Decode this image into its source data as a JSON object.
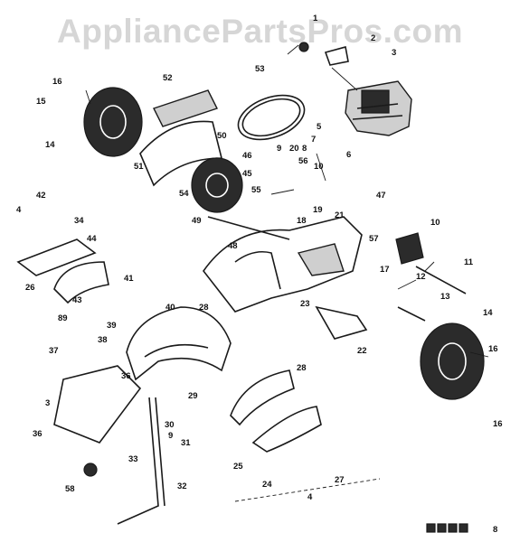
{
  "watermark": "AppliancePartsPros.com",
  "callouts": [
    "1",
    "2",
    "3",
    "53",
    "52",
    "16",
    "15",
    "14",
    "51",
    "50",
    "46",
    "9",
    "20",
    "56",
    "10",
    "5",
    "7",
    "8",
    "6",
    "45",
    "55",
    "54",
    "47",
    "19",
    "21",
    "18",
    "49",
    "48",
    "42",
    "4",
    "34",
    "44",
    "26",
    "41",
    "43",
    "40",
    "39",
    "28",
    "10",
    "57",
    "11",
    "12",
    "17",
    "23",
    "13",
    "22",
    "14",
    "89",
    "38",
    "37",
    "36",
    "29",
    "3",
    "36",
    "30",
    "9",
    "31",
    "33",
    "32",
    "58",
    "28",
    "25",
    "24",
    "4",
    "27",
    "16",
    "16",
    "8"
  ]
}
